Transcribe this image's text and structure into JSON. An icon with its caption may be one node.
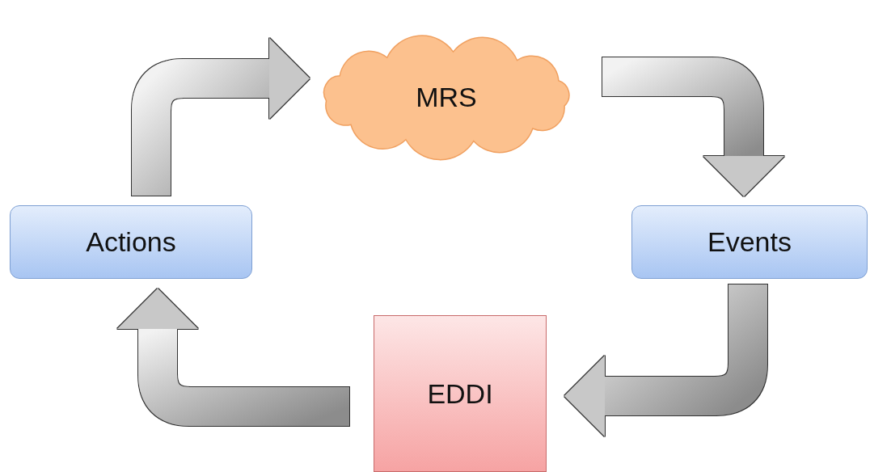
{
  "diagram": {
    "nodes": [
      {
        "text": [
          "MRS"
        ]
      },
      {
        "text": [
          "Events"
        ]
      },
      {
        "text": [
          "EDDI"
        ]
      },
      {
        "text": [
          "Actions"
        ]
      }
    ],
    "edges": [
      {
        "from": 0,
        "to": 1,
        "arrow": "to"
      },
      {
        "from": 1,
        "to": 2,
        "arrow": "to"
      },
      {
        "from": 2,
        "to": 3,
        "arrow": "to"
      },
      {
        "from": 3,
        "to": 0,
        "arrow": "to"
      }
    ]
  }
}
